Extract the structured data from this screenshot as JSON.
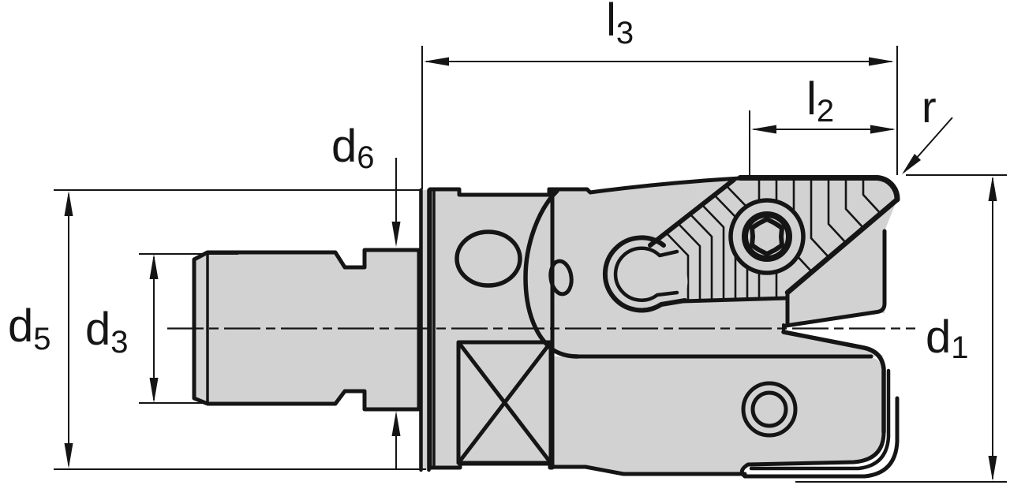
{
  "drawing": {
    "type": "technical-dimension-drawing",
    "subject": "indexable-milling-cutter-side-view",
    "colors": {
      "part_fill": "#d2d2d2",
      "line": "#151515",
      "background": "#ffffff"
    },
    "labels": {
      "l3": {
        "main": "l",
        "sub": "3"
      },
      "l2": {
        "main": "l",
        "sub": "2"
      },
      "r": {
        "main": "r",
        "sub": ""
      },
      "d6": {
        "main": "d",
        "sub": "6"
      },
      "d5": {
        "main": "d",
        "sub": "5"
      },
      "d3": {
        "main": "d",
        "sub": "3"
      },
      "d1": {
        "main": "d",
        "sub": "1"
      }
    }
  }
}
